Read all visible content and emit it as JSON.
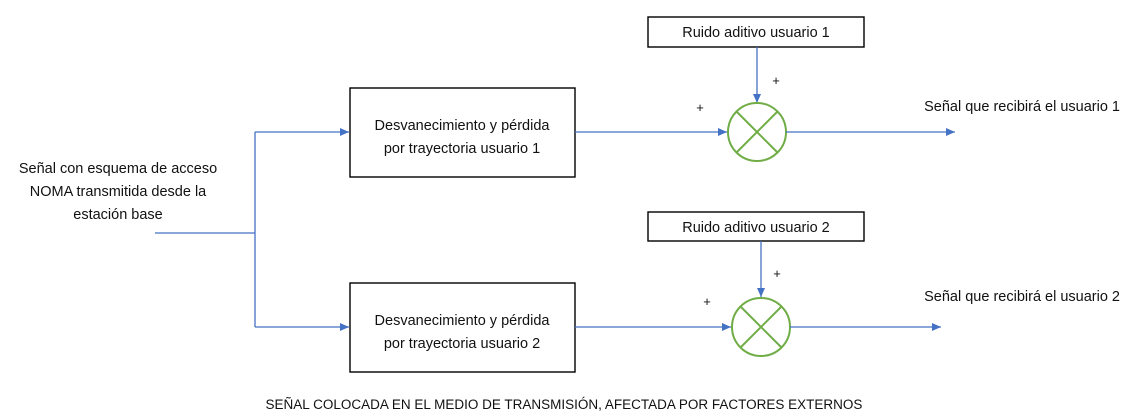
{
  "input": {
    "lines": [
      "Señal con esquema de acceso",
      "NOMA transmitida desde la",
      "estación base"
    ]
  },
  "users": [
    {
      "channel_block": {
        "lines": [
          "Desvanecimiento y pérdida",
          "por trayectoria usuario 1"
        ]
      },
      "noise_block": "Ruido aditivo usuario 1",
      "sign_noise": "+",
      "sign_signal": "+",
      "output": "Señal que recibirá el usuario 1"
    },
    {
      "channel_block": {
        "lines": [
          "Desvanecimiento y pérdida",
          "por trayectoria usuario 2"
        ]
      },
      "noise_block": "Ruido aditivo usuario 2",
      "sign_noise": "+",
      "sign_signal": "+",
      "output": "Señal que recibirá el usuario 2"
    }
  ],
  "caption": "SEÑAL COLOCADA EN EL MEDIO DE TRANSMISIÓN, AFECTADA POR FACTORES EXTERNOS",
  "colors": {
    "line": "#4472C4",
    "summer": "#70AD47",
    "block_border": "#000000"
  }
}
